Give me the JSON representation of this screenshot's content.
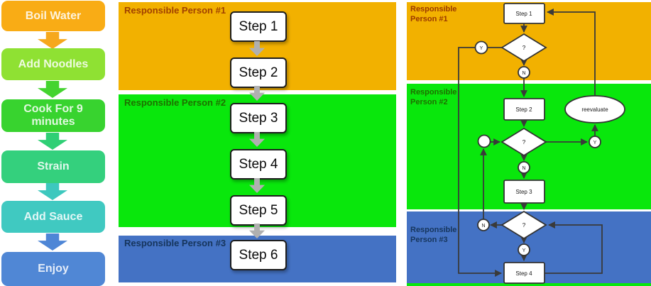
{
  "left_flow": {
    "steps": [
      {
        "label": "Boil Water",
        "color": "#F9AC15",
        "arrow_color": "#F6A81C"
      },
      {
        "label": "Add Noodles",
        "color": "#8FE133",
        "arrow_color": "#44D42F"
      },
      {
        "label": "Cook For 9 minutes",
        "color": "#38D32F",
        "arrow_color": "#2FCF75"
      },
      {
        "label": "Strain",
        "color": "#34D07D",
        "arrow_color": "#3DC8BE"
      },
      {
        "label": "Add Sauce",
        "color": "#40C9C1",
        "arrow_color": "#4E86D6"
      },
      {
        "label": "Enjoy",
        "color": "#5087D5"
      }
    ]
  },
  "swimlane_flow": {
    "lanes": [
      {
        "label": "Responsible Person #1",
        "color": "#F2B100",
        "label_color": "#A04000",
        "steps": [
          "Step 1",
          "Step 2"
        ]
      },
      {
        "label": "Responsible Person #2",
        "color": "#09E70C",
        "label_color": "#1E7000",
        "steps": [
          "Step 3",
          "Step 4",
          "Step 5"
        ]
      },
      {
        "label": "Responsible Person #3",
        "color": "#4472C4",
        "label_color": "#16355C",
        "steps": [
          "Step 6"
        ]
      }
    ]
  },
  "decision_flow": {
    "lanes": [
      {
        "label": "Responsible Person #1",
        "color": "#F2B100",
        "label_color": "#9A3800"
      },
      {
        "label": "Responsible Person #2",
        "color": "#09E70C",
        "label_color": "#1E7000"
      },
      {
        "label": "Responsible Person #3",
        "color": "#4472C4",
        "label_color": "#16355C"
      }
    ],
    "nodes": {
      "step1": "Step 1",
      "step2": "Step 2",
      "step3": "Step 3",
      "step4": "Step 4",
      "decision1": "?",
      "decision2": "?",
      "decision3": "?",
      "yes1": "Y",
      "no1": "N",
      "no2": "N",
      "yes2": "Y",
      "no3": "N",
      "yes3": "Y",
      "reevaluate": "reevaluate"
    }
  }
}
